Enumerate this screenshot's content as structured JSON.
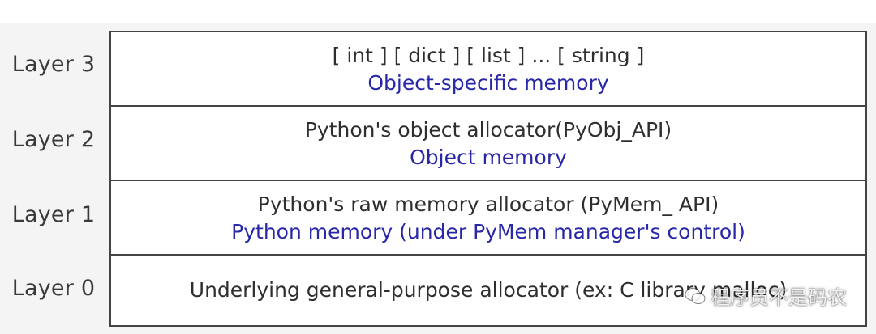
{
  "labels": [
    "Layer 3",
    "Layer 2",
    "Layer 1",
    "Layer 0"
  ],
  "rows": [
    {
      "main": "[ int ] [ dict ] [ list ] ... [ string ]",
      "sub": "Object-specific memory"
    },
    {
      "main": "Python's object allocator(PyObj_API)",
      "sub": "Object memory"
    },
    {
      "main": "Python's raw memory allocator (PyMem_ API)",
      "sub": "Python memory (under PyMem manager's control)"
    },
    {
      "main": "Underlying general-purpose allocator (ex: C library malloc)",
      "sub": ""
    }
  ],
  "watermark": "程序员不是码农",
  "colors": {
    "border": "#444444",
    "main_text": "#2e2e2e",
    "sub_text": "#2727a8"
  }
}
